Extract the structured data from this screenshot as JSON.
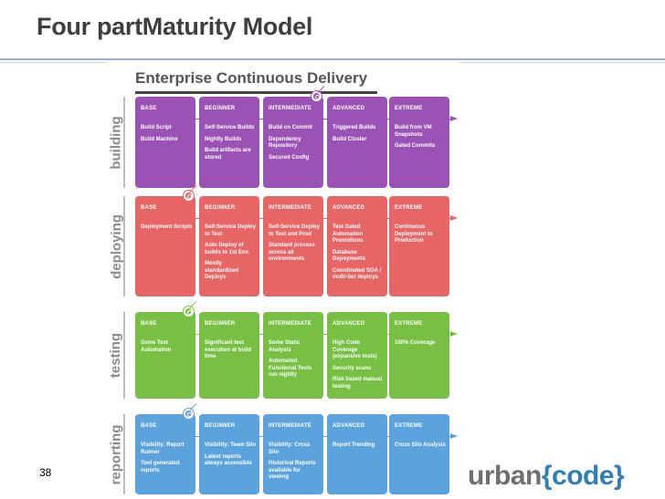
{
  "slide": {
    "title": "Four partMaturity Model",
    "page_number": "38"
  },
  "figure": {
    "title": "Enterprise Continuous Delivery",
    "rows": [
      {
        "label": "building",
        "color": "#9b52b5",
        "target_column": 2,
        "columns": [
          {
            "heading": "BASE",
            "items": [
              "Build Script",
              "Build Machine"
            ]
          },
          {
            "heading": "BEGINNER",
            "items": [
              "Self-Service Builds",
              "Nightly Builds",
              "Build artifacts are stored"
            ]
          },
          {
            "heading": "INTERMEDIATE",
            "items": [
              "Build on Commit",
              "Dependency Repository",
              "Secured Config"
            ]
          },
          {
            "heading": "ADVANCED",
            "items": [
              "Triggered Builds",
              "Build Cluster"
            ]
          },
          {
            "heading": "EXTREME",
            "items": [
              "Build from VM Snapshots",
              "Gated Commits"
            ]
          }
        ]
      },
      {
        "label": "deploying",
        "color": "#e86565",
        "target_column": 0,
        "columns": [
          {
            "heading": "BASE",
            "items": [
              "Deployment Scripts"
            ]
          },
          {
            "heading": "BEGINNER",
            "items": [
              "Self-Service Deploy to Test",
              "Auto Deploy of builds to 1st Env.",
              "Mostly standardized Deploys"
            ]
          },
          {
            "heading": "INTERMEDIATE",
            "items": [
              "Self-Service Deploy to Test and Prod",
              "Standard process across all environments"
            ]
          },
          {
            "heading": "ADVANCED",
            "items": [
              "Test Gated Automation Promotions",
              "Database Depoyments",
              "Coordinated SOA / multi-tier deploys"
            ]
          },
          {
            "heading": "EXTREME",
            "items": [
              "Continuous Deployment to Production"
            ]
          }
        ]
      },
      {
        "label": "testing",
        "color": "#77c043",
        "target_column": 0,
        "columns": [
          {
            "heading": "BASE",
            "items": [
              "Some Test Automation"
            ]
          },
          {
            "heading": "BEGINNER",
            "items": [
              "Significant test execution at build time"
            ]
          },
          {
            "heading": "INTERMEDIATE",
            "items": [
              "Some Static Analysis",
              "Automated Functional Tests run nightly"
            ]
          },
          {
            "heading": "ADVANCED",
            "items": [
              "High Code Coverage (expansive tests)",
              "Security scans",
              "Risk based manual testing"
            ]
          },
          {
            "heading": "EXTREME",
            "items": [
              "100% Coverage"
            ]
          }
        ]
      },
      {
        "label": "reporting",
        "color": "#5ca3de",
        "target_column": 0,
        "columns": [
          {
            "heading": "BASE",
            "items": [
              "Visibility: Report Runner",
              "Tool generated reports"
            ]
          },
          {
            "heading": "BEGINNER",
            "items": [
              "Visibility: Team Silo",
              "Latest reports always accessible"
            ]
          },
          {
            "heading": "INTERMEDIATE",
            "items": [
              "Visibility: Cross Silo",
              "Historical Reports available for viewing"
            ]
          },
          {
            "heading": "ADVANCED",
            "items": [
              "Report Trending"
            ]
          },
          {
            "heading": "EXTREME",
            "items": [
              "Cross Silo Analysis"
            ]
          }
        ]
      }
    ]
  },
  "logo": {
    "part1": "urban",
    "part2": "{code}"
  }
}
